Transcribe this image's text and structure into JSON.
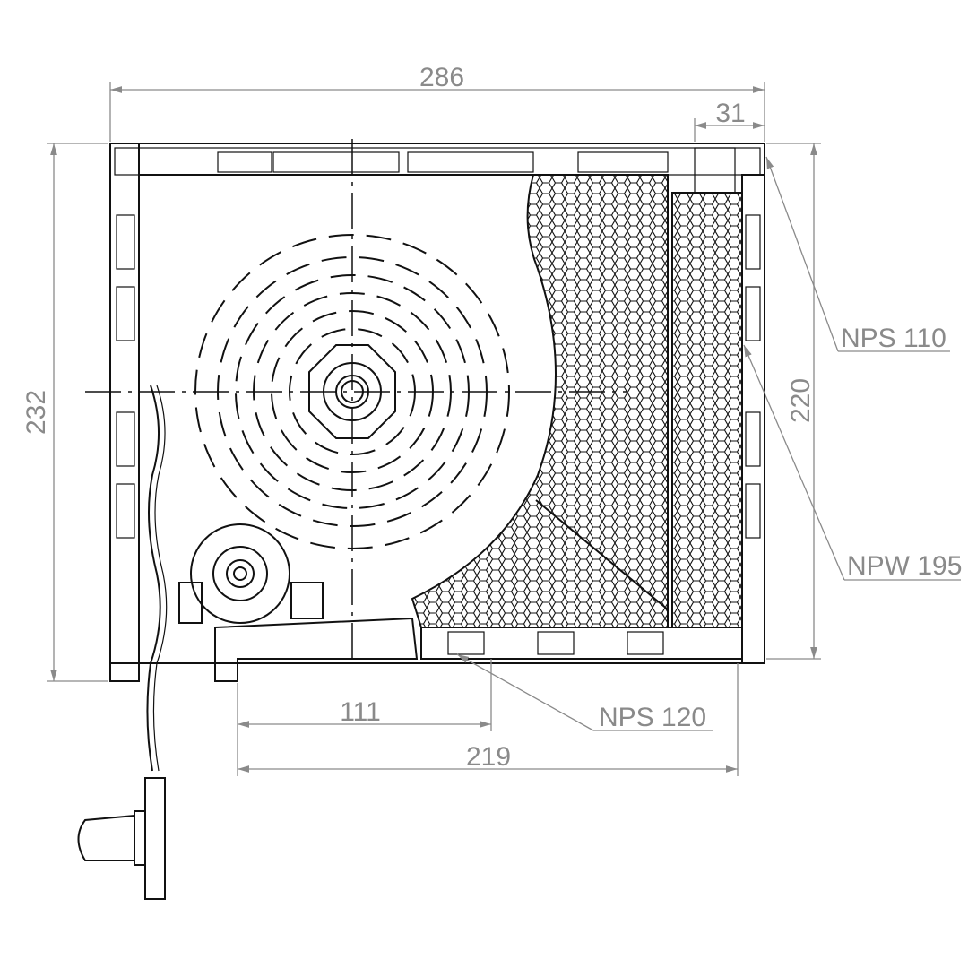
{
  "dimensions": {
    "overall_width": "286",
    "end_width": "31",
    "overall_height": "232",
    "inner_height": "220",
    "opening_short": "111",
    "opening_long": "219"
  },
  "labels": {
    "top_profile": "NPS 110",
    "insulation": "NPW 195",
    "bottom_profile": "NPS 120"
  },
  "colors": {
    "dimension": "#8a8a8a",
    "outline": "#111111"
  }
}
